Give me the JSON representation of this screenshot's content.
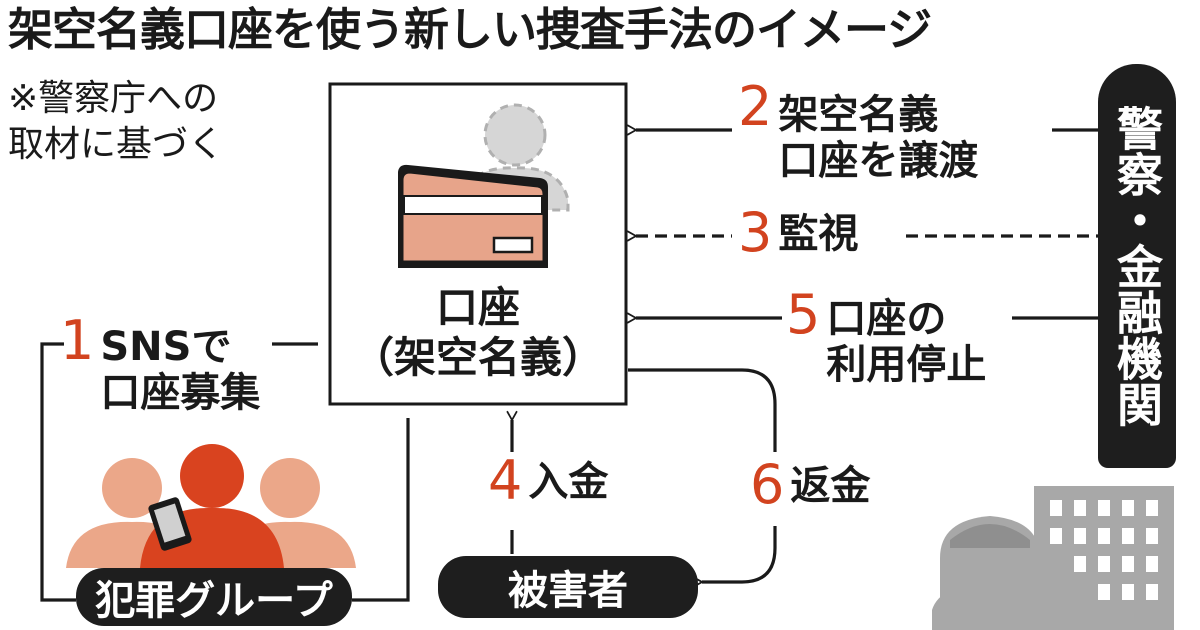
{
  "title": "架空名義口座を使う新しい捜査手法のイメージ",
  "note": "※警察庁への\n取材に基づく",
  "account_box": {
    "label": "口座",
    "sublabel": "（架空名義）"
  },
  "actors": {
    "criminal_group": "犯罪グループ",
    "victim": "被害者",
    "police_finance": "警察・金融機関"
  },
  "steps": [
    {
      "num": "1",
      "text": "SNSで\n口座募集"
    },
    {
      "num": "2",
      "text": "架空名義\n口座を譲渡"
    },
    {
      "num": "3",
      "text": "監視"
    },
    {
      "num": "4",
      "text": "入金"
    },
    {
      "num": "5",
      "text": "口座の\n利用停止"
    },
    {
      "num": "6",
      "text": "返金"
    }
  ],
  "colors": {
    "accent_number": "#d2431f",
    "passbook": "#e7a48a",
    "person_dark": "#d9431f",
    "person_light": "#eba789",
    "gray_figure": "#a8a8a8",
    "dark_pill": "#1e1e1e"
  },
  "icons": [
    "passbook-icon",
    "person-silhouette-icon",
    "crowd-icon",
    "smartphone-icon",
    "police-officer-icon",
    "building-icon"
  ]
}
